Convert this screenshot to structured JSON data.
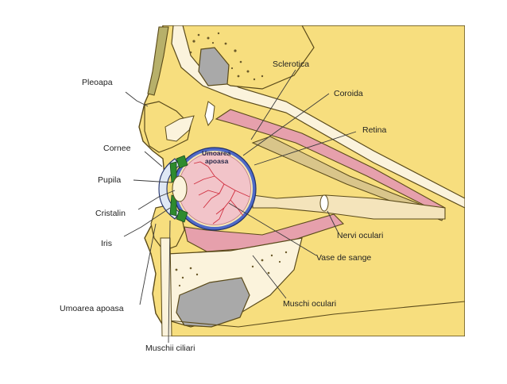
{
  "diagram": {
    "labels": {
      "pleoapa": "Pleoapa",
      "cornee": "Cornee",
      "pupila": "Pupila",
      "cristalin": "Cristalin",
      "iris": "Iris",
      "umoarea_apoasa": "Umoarea apoasa",
      "muschii_ciliari": "Muschii ciliari",
      "sclerotica": "Sclerotica",
      "coroida": "Coroida",
      "retina": "Retina",
      "nervi_oculari": "Nervi oculari",
      "vase_de_sange": "Vase de sange",
      "muschi_oculari": "Muschi oculari"
    },
    "inner_label": {
      "line1": "Umoarea",
      "line2": "apoasa"
    }
  },
  "colors": {
    "skin": "#f7de7e",
    "skin_outline": "#5a4a1a",
    "bone": "#fbf3dc",
    "sinus": "#a9a9a9",
    "eyeball": "#f2c4c9",
    "sclera_ring": "#4f6ac8",
    "muscle": "#e6a0ac",
    "nerve": "#f4e4bb",
    "iris": "#2e8b2e",
    "vessel": "#d03040"
  }
}
